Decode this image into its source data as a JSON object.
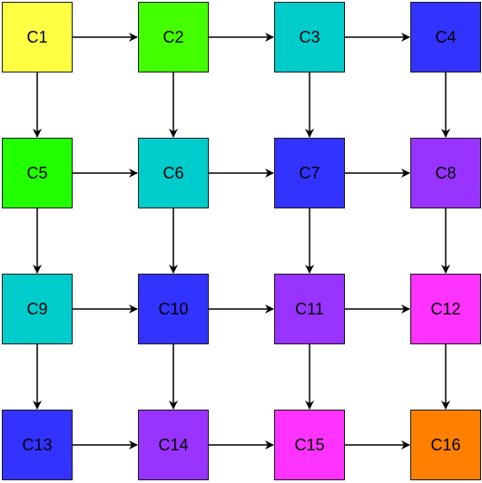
{
  "diagram": {
    "nodes": [
      {
        "id": "C1",
        "label": "C1",
        "color": "#ffff44"
      },
      {
        "id": "C2",
        "label": "C2",
        "color": "#44ff00"
      },
      {
        "id": "C3",
        "label": "C3",
        "color": "#00cccc"
      },
      {
        "id": "C4",
        "label": "C4",
        "color": "#3333ff"
      },
      {
        "id": "C5",
        "label": "C5",
        "color": "#22ff00"
      },
      {
        "id": "C6",
        "label": "C6",
        "color": "#00cccc"
      },
      {
        "id": "C7",
        "label": "C7",
        "color": "#3333ff"
      },
      {
        "id": "C8",
        "label": "C8",
        "color": "#9933ff"
      },
      {
        "id": "C9",
        "label": "C9",
        "color": "#00cccc"
      },
      {
        "id": "C10",
        "label": "C10",
        "color": "#3333ff"
      },
      {
        "id": "C11",
        "label": "C11",
        "color": "#9933ff"
      },
      {
        "id": "C12",
        "label": "C12",
        "color": "#ff33ff"
      },
      {
        "id": "C13",
        "label": "C13",
        "color": "#3333ff"
      },
      {
        "id": "C14",
        "label": "C14",
        "color": "#9933ff"
      },
      {
        "id": "C15",
        "label": "C15",
        "color": "#ff33ff"
      },
      {
        "id": "C16",
        "label": "C16",
        "color": "#ff8000"
      }
    ],
    "edges": [
      {
        "from": "C1",
        "to": "C2"
      },
      {
        "from": "C2",
        "to": "C3"
      },
      {
        "from": "C3",
        "to": "C4"
      },
      {
        "from": "C1",
        "to": "C5"
      },
      {
        "from": "C2",
        "to": "C6"
      },
      {
        "from": "C3",
        "to": "C7"
      },
      {
        "from": "C4",
        "to": "C8"
      },
      {
        "from": "C5",
        "to": "C6"
      },
      {
        "from": "C6",
        "to": "C7"
      },
      {
        "from": "C7",
        "to": "C8"
      },
      {
        "from": "C5",
        "to": "C9"
      },
      {
        "from": "C6",
        "to": "C10"
      },
      {
        "from": "C7",
        "to": "C11"
      },
      {
        "from": "C8",
        "to": "C12"
      },
      {
        "from": "C9",
        "to": "C10"
      },
      {
        "from": "C10",
        "to": "C11"
      },
      {
        "from": "C11",
        "to": "C12"
      },
      {
        "from": "C9",
        "to": "C13"
      },
      {
        "from": "C10",
        "to": "C14"
      },
      {
        "from": "C11",
        "to": "C15"
      },
      {
        "from": "C12",
        "to": "C16"
      },
      {
        "from": "C13",
        "to": "C14"
      },
      {
        "from": "C14",
        "to": "C15"
      },
      {
        "from": "C15",
        "to": "C16"
      }
    ]
  }
}
